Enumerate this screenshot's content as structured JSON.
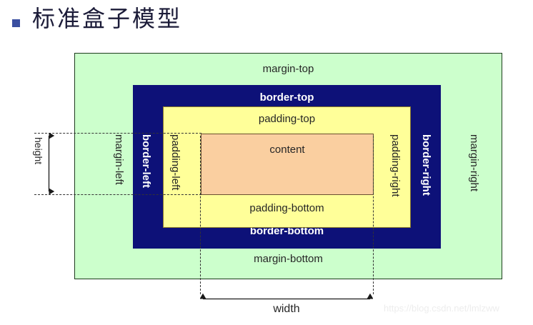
{
  "title": {
    "text": "标准盒子模型",
    "bullet_color": "#3a4fa0"
  },
  "diagram": {
    "name": "css-standard-box-model",
    "layers": {
      "margin": {
        "label_top": "margin-top",
        "label_bottom": "margin-bottom",
        "label_left": "margin-left",
        "label_right": "margin-right",
        "fill": "#ccffcc",
        "stroke": "#1d3b1d"
      },
      "border": {
        "label_top": "border-top",
        "label_bottom": "border-bottom",
        "label_left": "border-left",
        "label_right": "border-right",
        "fill": "#0d1178",
        "text_color": "#ffffff"
      },
      "padding": {
        "label_top": "padding-top",
        "label_bottom": "padding-bottom",
        "label_left": "padding-left",
        "label_right": "padding-right",
        "fill": "#ffff99",
        "stroke": "#8a7a2a"
      },
      "content": {
        "label": "content",
        "fill": "#facfa0",
        "stroke": "#6a5030"
      }
    },
    "dimensions": {
      "height_label": "height",
      "width_label": "width"
    }
  },
  "watermark": {
    "text": "https://blog.csdn.net/lmlzww"
  }
}
